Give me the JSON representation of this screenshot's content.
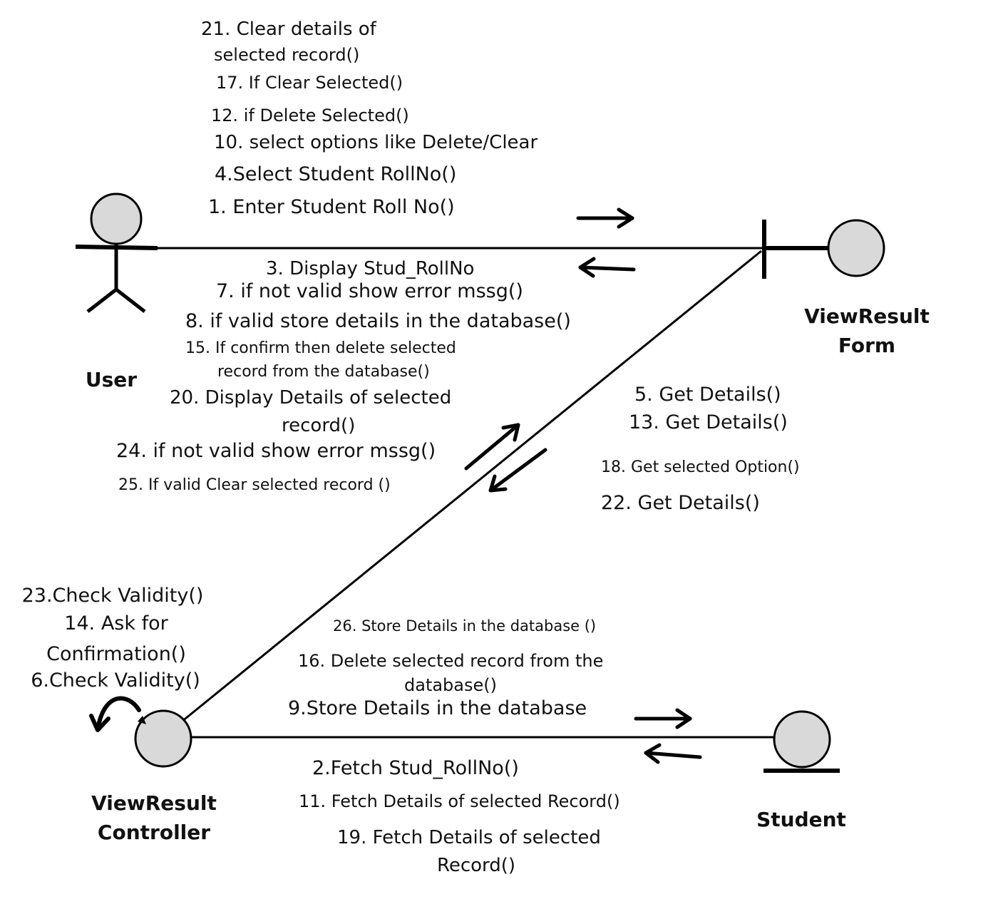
{
  "objects": {
    "user": "User",
    "form": [
      "ViewResult",
      "Form"
    ],
    "controller": [
      "ViewResult",
      "Controller"
    ],
    "student": "Student"
  },
  "messages": {
    "user_to_form": [
      "21. Clear details of",
      "selected record()",
      "17. If Clear Selected()",
      "12. if Delete Selected()",
      "10. select options like Delete/Clear",
      "4.Select Student RollNo()",
      "1. Enter Student Roll No()"
    ],
    "form_to_user": [
      "3. Display  Stud_RollNo",
      "7. if not valid show error mssg()",
      "8. if valid store details in the database()",
      "15. If confirm then delete selected",
      "record from the database()",
      "20. Display Details of  selected",
      "record()",
      "24. if not valid show error mssg()",
      "25. If valid Clear selected record ()"
    ],
    "form_to_controller": [
      "5. Get Details()",
      "13. Get Details()",
      "18. Get selected Option()",
      "22. Get Details()"
    ],
    "controller_self": [
      "23.Check Validity()",
      "14. Ask for",
      "Confirmation()",
      "6.Check Validity()"
    ],
    "controller_to_student": [
      "26. Store Details in the  database ()",
      "16. Delete selected record from the",
      "database()",
      "9.Store Details in the database"
    ],
    "student_to_controller": [
      "2.Fetch Stud_RollNo()",
      "11. Fetch Details of selected Record()",
      "19. Fetch Details of selected",
      "Record()"
    ]
  }
}
